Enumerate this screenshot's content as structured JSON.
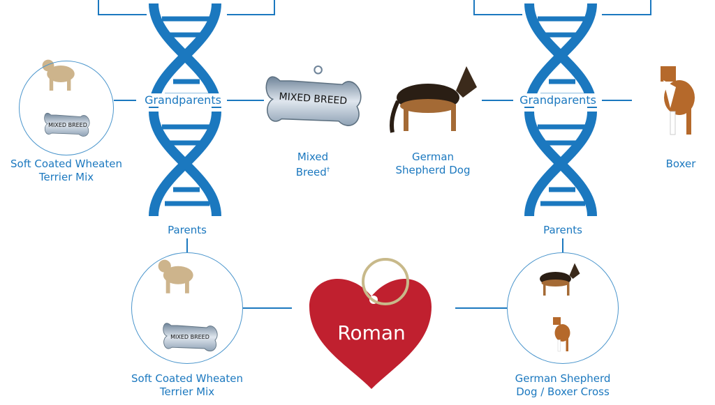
{
  "colors": {
    "accent": "#1b78bf",
    "heart": "#c0202f"
  },
  "left": {
    "grandparents_label": "Grandparents",
    "parents_label": "Parents",
    "grandparent_a": {
      "line1": "Soft Coated Wheaten",
      "line2": "Terrier Mix",
      "tag_text": "MIXED BREED"
    },
    "grandparent_b": {
      "line1": "Mixed",
      "line2": "Breed",
      "footnote_mark": "†",
      "tag_text": "MIXED BREED"
    },
    "parent": {
      "line1": "Soft Coated Wheaten",
      "line2": "Terrier Mix",
      "tag_text": "MIXED BREED"
    }
  },
  "right": {
    "grandparents_label": "Grandparents",
    "parents_label": "Parents",
    "grandparent_a": {
      "line1": "German",
      "line2": "Shepherd Dog"
    },
    "grandparent_b": {
      "line1": "Boxer"
    },
    "parent": {
      "line1": "German Shepherd",
      "line2": "Dog / Boxer Cross"
    }
  },
  "puppy": {
    "name": "Roman"
  }
}
